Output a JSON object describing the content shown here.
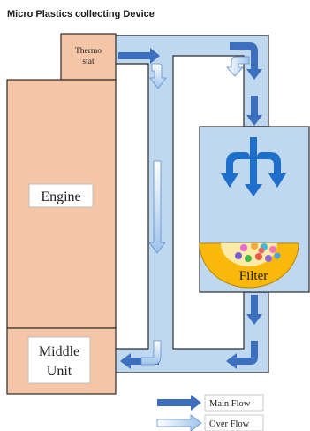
{
  "title": "Micro Plastics collecting Device",
  "components": {
    "thermostat": {
      "line1": "Thermo",
      "line2": "stat"
    },
    "engine": {
      "label": "Engine"
    },
    "middle_unit": {
      "line1": "Middle",
      "line2": "Unit"
    },
    "filter": {
      "label": "Filter"
    }
  },
  "legend": {
    "main_flow": "Main Flow",
    "over_flow": "Over Flow"
  },
  "colors": {
    "engine_fill": "#f4c6a7",
    "pipe_fill": "#bfd7ef",
    "main_flow_arrow": "#3d6fbf",
    "over_flow_arrow": "#a9c8ec",
    "filter_fill": "#f9b80a"
  }
}
